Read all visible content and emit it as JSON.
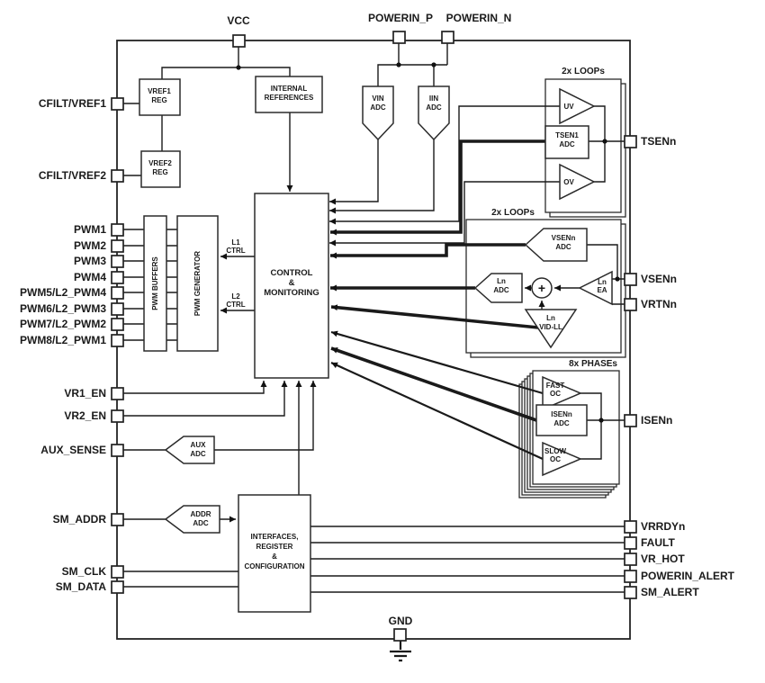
{
  "colors": {
    "ink": "#1a1a1a",
    "background": "#ffffff"
  },
  "pins": {
    "top": [
      "VCC",
      "POWERIN_P",
      "POWERIN_N"
    ],
    "left": [
      "CFILT/VREF1",
      "CFILT/VREF2",
      "PWM1",
      "PWM2",
      "PWM3",
      "PWM4",
      "PWM5/L2_PWM4",
      "PWM6/L2_PWM3",
      "PWM7/L2_PWM2",
      "PWM8/L2_PWM1",
      "VR1_EN",
      "VR2_EN",
      "AUX_SENSE",
      "SM_ADDR",
      "SM_CLK",
      "SM_DATA"
    ],
    "right": [
      "TSENn",
      "VSENn",
      "VRTNn",
      "ISENn",
      "VRRDYn",
      "FAULT",
      "VR_HOT",
      "POWERIN_ALERT",
      "SM_ALERT"
    ],
    "bottom": [
      "GND"
    ]
  },
  "groups": {
    "loops_top": "2x LOOPs",
    "loops_mid": "2x LOOPs",
    "phases": "8x PHASEs"
  },
  "blocks": {
    "vref1_reg": "VREF1\nREG",
    "vref2_reg": "VREF2\nREG",
    "internal_references": "INTERNAL\nREFERENCES",
    "vin_adc": "VIN\nADC",
    "iin_adc": "IIN\nADC",
    "pwm_buffers": "PWM BUFFERS",
    "pwm_generator": "PWM GENERATOR",
    "control": "CONTROL\n&\nMONITORING",
    "uv": "UV",
    "ov": "OV",
    "tsen1_adc": "TSEN1\nADC",
    "vsen_adc": "VSENn\nADC",
    "ln_adc": "Ln\nADC",
    "sum": "+",
    "ln_ea": "Ln\nEA",
    "ln_vid_ll": "Ln\nVID-LL",
    "fast_oc": "FAST\nOC",
    "isen_adc": "ISENn\nADC",
    "slow_oc": "SLOW\nOC",
    "aux_adc": "AUX\nADC",
    "addr_adc": "ADDR\nADC",
    "interfaces": "INTERFACES,\nREGISTER\n&\nCONFIGURATION",
    "l1_ctrl": "L1\nCTRL",
    "l2_ctrl": "L2\nCTRL"
  }
}
